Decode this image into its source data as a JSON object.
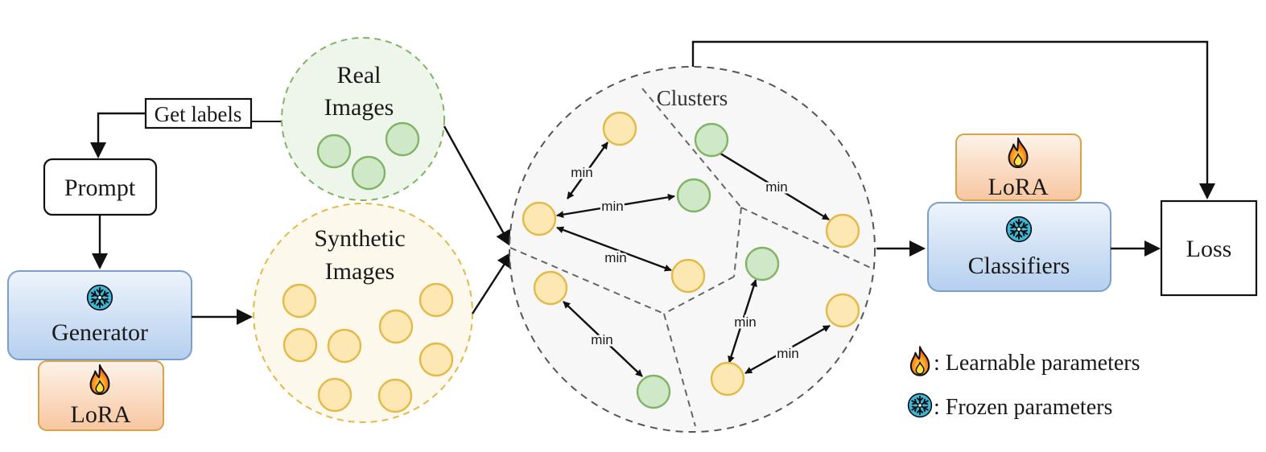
{
  "colors": {
    "green_fill": "#cfe8c8",
    "green_stroke": "#82b366",
    "yellow_fill": "#fde8b3",
    "yellow_stroke": "#e3b94a",
    "blue_box_top": "#eaf2fc",
    "blue_box_bottom": "#b9d2f0",
    "blue_box_stroke": "#7a9fcf",
    "lora_top": "#fdf1e6",
    "lora_bottom": "#f8c9a4",
    "lora_stroke": "#d6a349",
    "real_bg": "#eef6ec",
    "synthetic_bg": "#fdf8ec",
    "cluster_bg": "#f7f7f7"
  },
  "icons": {
    "learnable": "fire-icon",
    "frozen": "snowflake-icon"
  },
  "labels": {
    "get_labels": "Get labels",
    "prompt": "Prompt",
    "generator": "Generator",
    "lora": "LoRA",
    "real_images_line1": "Real",
    "real_images_line2": "Images",
    "synthetic_images_line1": "Synthetic",
    "synthetic_images_line2": "Images",
    "clusters": "Clusters",
    "classifiers": "Classifiers",
    "loss": "Loss",
    "min": "min"
  },
  "legend": {
    "learnable": ": Learnable parameters",
    "frozen": ": Frozen parameters"
  }
}
